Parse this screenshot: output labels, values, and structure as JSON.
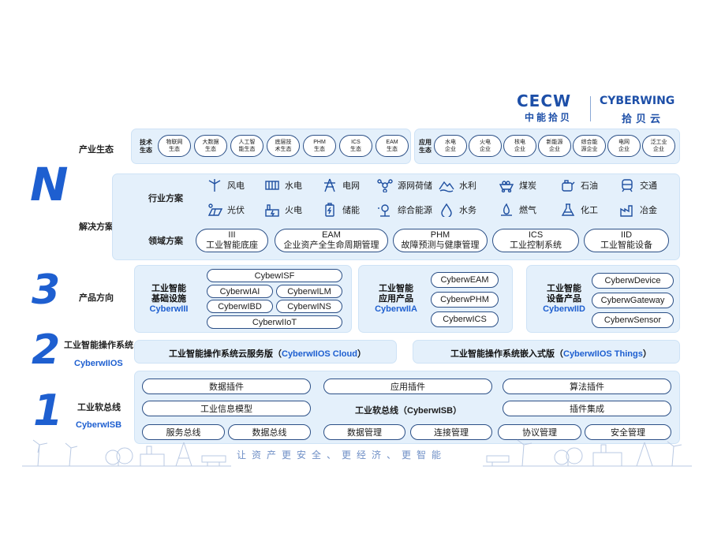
{
  "logos": {
    "cecw_mark": "CECW",
    "cecw_cn": "中能拾贝",
    "cyberwing_mark": "CYBERWING",
    "cyberwing_cn": "拾贝云"
  },
  "numerals": {
    "n": "N",
    "three": "3",
    "two": "2",
    "one": "1"
  },
  "ecosystem": {
    "label": "产业生态",
    "tech_head": "技术\n生态",
    "tech_items": [
      "物联网\n生态",
      "大数据\n生态",
      "人工智\n能生态",
      "底层技\n术生态",
      "PHM\n生态",
      "ICS\n生态",
      "EAM\n生态"
    ],
    "app_head": "应用\n生态",
    "app_items": [
      "水电\n企业",
      "火电\n企业",
      "核电\n企业",
      "新能源\n企业",
      "综合能\n源企业",
      "电网\n企业",
      "泛工业\n企业"
    ]
  },
  "solutions": {
    "label": "解决方案",
    "industry_label": "行业方案",
    "industries_row1": [
      {
        "name": "风电",
        "icon": "wind-turbine-icon"
      },
      {
        "name": "水电",
        "icon": "dam-icon"
      },
      {
        "name": "电网",
        "icon": "pylon-icon"
      },
      {
        "name": "源网荷储",
        "icon": "network-icon"
      },
      {
        "name": "水利",
        "icon": "mountain-water-icon"
      },
      {
        "name": "煤炭",
        "icon": "coal-cart-icon"
      },
      {
        "name": "石油",
        "icon": "oil-icon"
      },
      {
        "name": "交通",
        "icon": "train-icon"
      }
    ],
    "industries_row2": [
      {
        "name": "光伏",
        "icon": "solar-panel-icon"
      },
      {
        "name": "火电",
        "icon": "thermal-plant-icon"
      },
      {
        "name": "储能",
        "icon": "battery-icon"
      },
      {
        "name": "综合能源",
        "icon": "integrated-energy-icon"
      },
      {
        "name": "水务",
        "icon": "water-drop-icon"
      },
      {
        "name": "燃气",
        "icon": "gas-flame-icon"
      },
      {
        "name": "化工",
        "icon": "flask-icon"
      },
      {
        "name": "冶金",
        "icon": "factory-icon"
      }
    ],
    "domain_label": "领域方案",
    "domains": [
      {
        "code": "III",
        "name": "工业智能底座"
      },
      {
        "code": "EAM",
        "name": "企业资产全生命周期管理"
      },
      {
        "code": "PHM",
        "name": "故障预测与健康管理"
      },
      {
        "code": "ICS",
        "name": "工业控制系统"
      },
      {
        "code": "IID",
        "name": "工业智能设备"
      }
    ]
  },
  "products": {
    "label": "产品方向",
    "groups": [
      {
        "title1": "工业智能",
        "title2": "基础设施",
        "sub": "CyberwIII",
        "items": [
          "CybewISF",
          "CyberwIAI",
          "CyberwILM",
          "CyberwIBD",
          "CyberwINS",
          "CyberwIIoT"
        ]
      },
      {
        "title1": "工业智能",
        "title2": "应用产品",
        "sub": "CyberwIIA",
        "items": [
          "CyberwEAM",
          "CyberwPHM",
          "CyberwICS"
        ]
      },
      {
        "title1": "工业智能",
        "title2": "设备产品",
        "sub": "CyberwIID",
        "items": [
          "CyberwDevice",
          "CyberwGateway",
          "CyberwSensor"
        ]
      }
    ]
  },
  "os": {
    "label": "工业智能操作系统",
    "sub": "CyberwIIOS",
    "cloud_prefix": "工业智能操作系统云服务版（",
    "cloud_name": "CyberwIIOS Cloud",
    "cloud_suffix": "）",
    "things_prefix": "工业智能操作系统嵌入式版（",
    "things_name": "CyberwIIOS Things",
    "things_suffix": "）"
  },
  "bus": {
    "label": "工业软总线",
    "sub": "CyberwISB",
    "row1": [
      "数据插件",
      "应用插件",
      "算法插件"
    ],
    "row2_left": "工业信息模型",
    "center": "工业软总线（CyberwISB）",
    "row2_right": "插件集成",
    "row3": [
      "服务总线",
      "数据总线",
      "数据管理",
      "连接管理",
      "协议管理",
      "安全管理"
    ]
  },
  "slogan": "让资产更安全、更经济、更智能",
  "colors": {
    "accent": "#1e5fd0",
    "panel": "#e4f0fb",
    "border": "#2b4f86",
    "brand": "#1d4fa8"
  }
}
